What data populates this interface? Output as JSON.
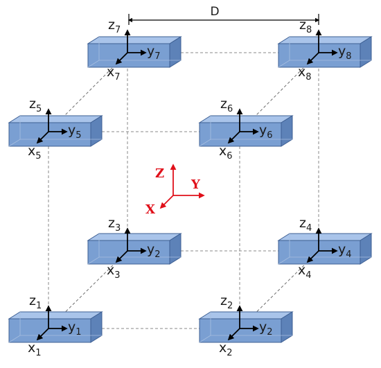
{
  "dimension_label": "D",
  "global_axes": {
    "z": "Z",
    "y": "Y",
    "x": "X",
    "color": "#e0101a"
  },
  "box_colors": {
    "front": "#7a9fd2",
    "top": "#a9c4ea",
    "side": "#5d82b8",
    "edge": "#3d5f93"
  },
  "nodes": [
    {
      "id": "1",
      "z": "z",
      "z_sub": "1",
      "y": "y",
      "y_sub": "1",
      "x": "x",
      "x_sub": "1"
    },
    {
      "id": "2",
      "z": "z",
      "z_sub": "2",
      "y": "y",
      "y_sub": "2",
      "x": "x",
      "x_sub": "2"
    },
    {
      "id": "3",
      "z": "z",
      "z_sub": "3",
      "y": "y",
      "y_sub": "2",
      "x": "x",
      "x_sub": "3"
    },
    {
      "id": "4",
      "z": "z",
      "z_sub": "4",
      "y": "y",
      "y_sub": "4",
      "x": "x",
      "x_sub": "4"
    },
    {
      "id": "5",
      "z": "z",
      "z_sub": "5",
      "y": "y",
      "y_sub": "5",
      "x": "x",
      "x_sub": "5"
    },
    {
      "id": "6",
      "z": "z",
      "z_sub": "6",
      "y": "y",
      "y_sub": "6",
      "x": "x",
      "x_sub": "6"
    },
    {
      "id": "7",
      "z": "z",
      "z_sub": "7",
      "y": "y",
      "y_sub": "7",
      "x": "x",
      "x_sub": "7"
    },
    {
      "id": "8",
      "z": "z",
      "z_sub": "8",
      "y": "y",
      "y_sub": "8",
      "x": "x",
      "x_sub": "8"
    }
  ]
}
